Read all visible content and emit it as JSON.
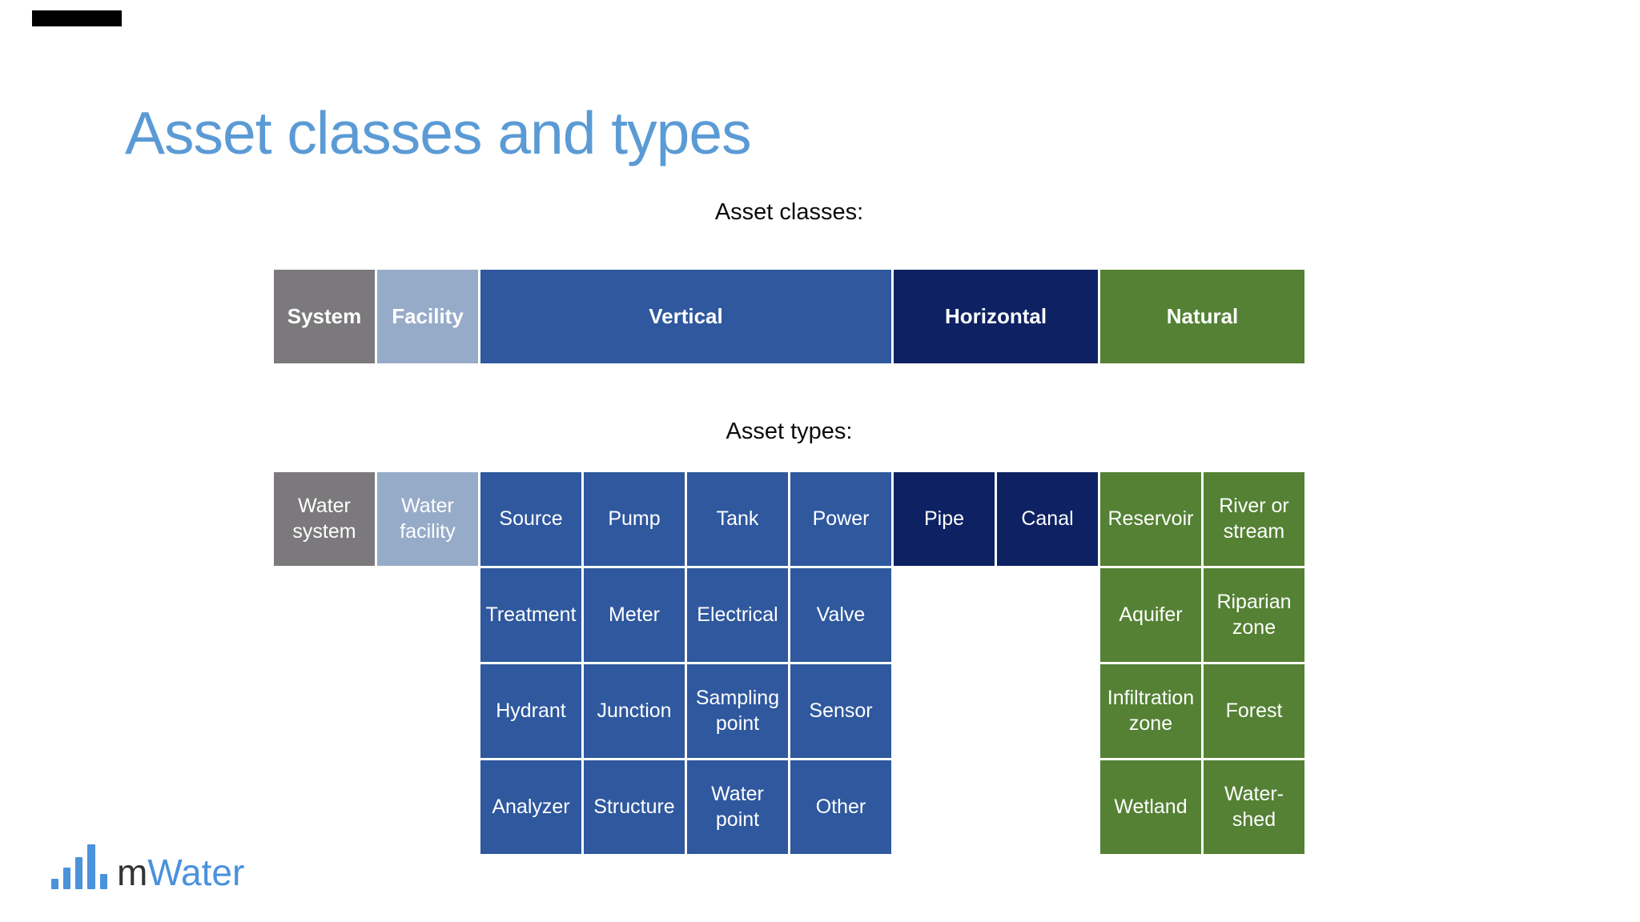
{
  "slide": {
    "title": "Asset classes and types"
  },
  "labels": {
    "classes": "Asset classes:",
    "types": "Asset types:"
  },
  "palette": {
    "gray": "#7B797C",
    "steel": "#96ABC8",
    "blue": "#2F589E",
    "navy": "#0E2263",
    "green": "#548134",
    "title_blue": "#5B9BD5",
    "label_black": "#0B0B0B",
    "cell_text": "#FFFFFF",
    "logo_blue": "#4A92DB",
    "logo_dark": "#333333"
  },
  "asset_classes": [
    {
      "label": "System",
      "color": "gray",
      "span": 1
    },
    {
      "label": "Facility",
      "color": "steel",
      "span": 1
    },
    {
      "label": "Vertical",
      "color": "blue",
      "span": 4
    },
    {
      "label": "Horizontal",
      "color": "navy",
      "span": 2
    },
    {
      "label": "Natural",
      "color": "green",
      "span": 2
    }
  ],
  "asset_type_rows": [
    [
      {
        "label": "Water system",
        "color": "gray",
        "col": 1
      },
      {
        "label": "Water facility",
        "color": "steel",
        "col": 2
      },
      {
        "label": "Source",
        "color": "blue",
        "col": 3
      },
      {
        "label": "Pump",
        "color": "blue",
        "col": 4
      },
      {
        "label": "Tank",
        "color": "blue",
        "col": 5
      },
      {
        "label": "Power",
        "color": "blue",
        "col": 6
      },
      {
        "label": "Pipe",
        "color": "navy",
        "col": 7
      },
      {
        "label": "Canal",
        "color": "navy",
        "col": 8
      },
      {
        "label": "Reservoir",
        "color": "green",
        "col": 9
      },
      {
        "label": "River or stream",
        "color": "green",
        "col": 10
      }
    ],
    [
      {
        "label": "Treatment",
        "color": "blue",
        "col": 3
      },
      {
        "label": "Meter",
        "color": "blue",
        "col": 4
      },
      {
        "label": "Electrical",
        "color": "blue",
        "col": 5
      },
      {
        "label": "Valve",
        "color": "blue",
        "col": 6
      },
      {
        "label": "Aquifer",
        "color": "green",
        "col": 9
      },
      {
        "label": "Riparian zone",
        "color": "green",
        "col": 10
      }
    ],
    [
      {
        "label": "Hydrant",
        "color": "blue",
        "col": 3
      },
      {
        "label": "Junction",
        "color": "blue",
        "col": 4
      },
      {
        "label": "Sampling point",
        "color": "blue",
        "col": 5
      },
      {
        "label": "Sensor",
        "color": "blue",
        "col": 6
      },
      {
        "label": "Infiltration zone",
        "color": "green",
        "col": 9
      },
      {
        "label": "Forest",
        "color": "green",
        "col": 10
      }
    ],
    [
      {
        "label": "Analyzer",
        "color": "blue",
        "col": 3
      },
      {
        "label": "Structure",
        "color": "blue",
        "col": 4
      },
      {
        "label": "Water point",
        "color": "blue",
        "col": 5
      },
      {
        "label": "Other",
        "color": "blue",
        "col": 6
      },
      {
        "label": "Wetland",
        "color": "green",
        "col": 9
      },
      {
        "label": "Water-shed",
        "color": "green",
        "col": 10
      }
    ]
  ],
  "logo": {
    "m": "m",
    "water": "Water"
  }
}
